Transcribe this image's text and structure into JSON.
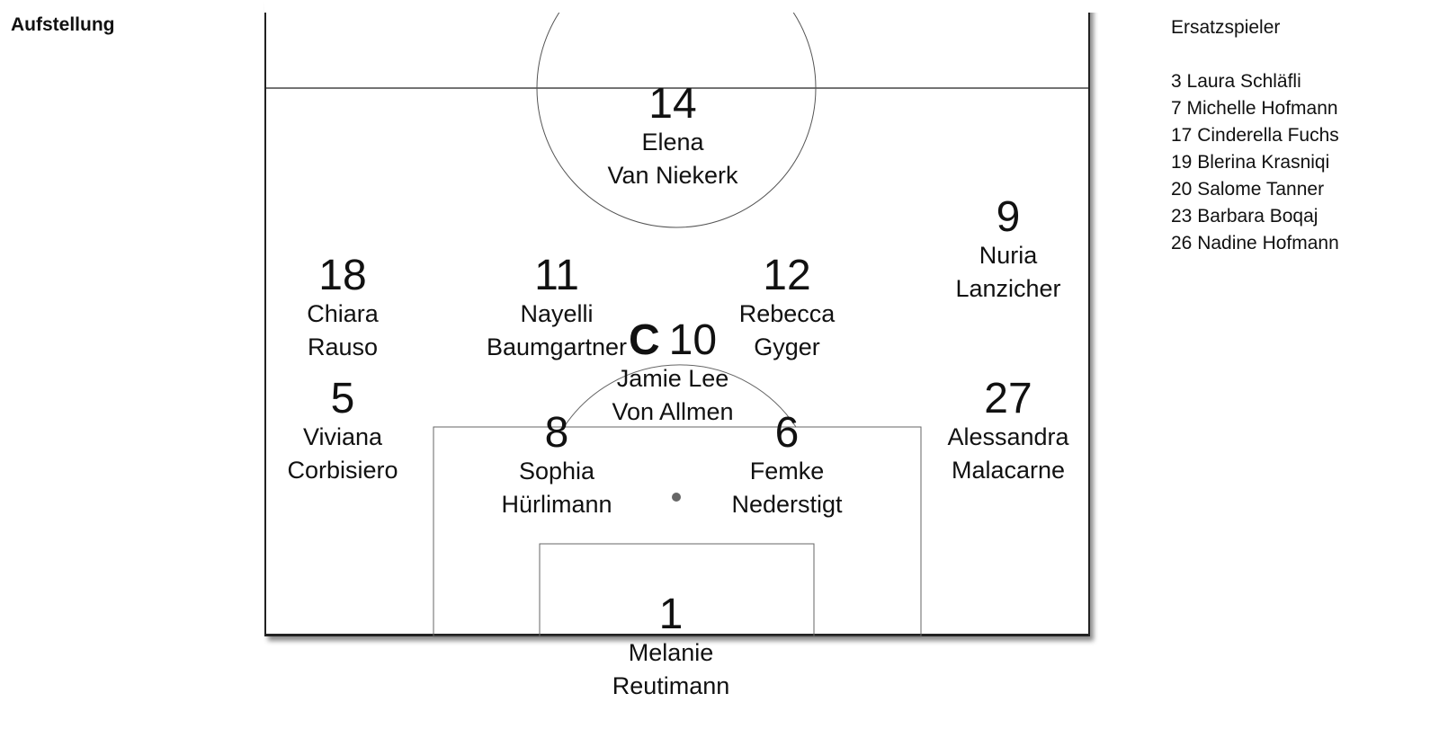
{
  "title": "Aufstellung",
  "captain_mark": "C",
  "players": [
    {
      "number": "14",
      "first": "Elena",
      "last": "Van Niekerk"
    },
    {
      "number": "9",
      "first": "Nuria",
      "last": "Lanzicher"
    },
    {
      "number": "18",
      "first": "Chiara",
      "last": "Rauso"
    },
    {
      "number": "11",
      "first": "Nayelli",
      "last": "Baumgartner"
    },
    {
      "number": "12",
      "first": "Rebecca",
      "last": "Gyger"
    },
    {
      "number": "10",
      "first": "Jamie Lee",
      "last": "Von Allmen",
      "captain": true
    },
    {
      "number": "5",
      "first": "Viviana",
      "last": "Corbisiero"
    },
    {
      "number": "27",
      "first": "Alessandra",
      "last": "Malacarne"
    },
    {
      "number": "8",
      "first": "Sophia",
      "last": "Hürlimann"
    },
    {
      "number": "6",
      "first": "Femke",
      "last": "Nederstigt"
    },
    {
      "number": "1",
      "first": "Melanie",
      "last": "Reutimann"
    }
  ],
  "subs": {
    "heading": "Ersatzspieler",
    "items": [
      "3 Laura Schläfli",
      "7 Michelle Hofmann",
      "17 Cinderella Fuchs",
      "19 Blerina Krasniqi",
      "20 Salome Tanner",
      "23 Barbara Boqaj",
      "26 Nadine Hofmann"
    ]
  }
}
